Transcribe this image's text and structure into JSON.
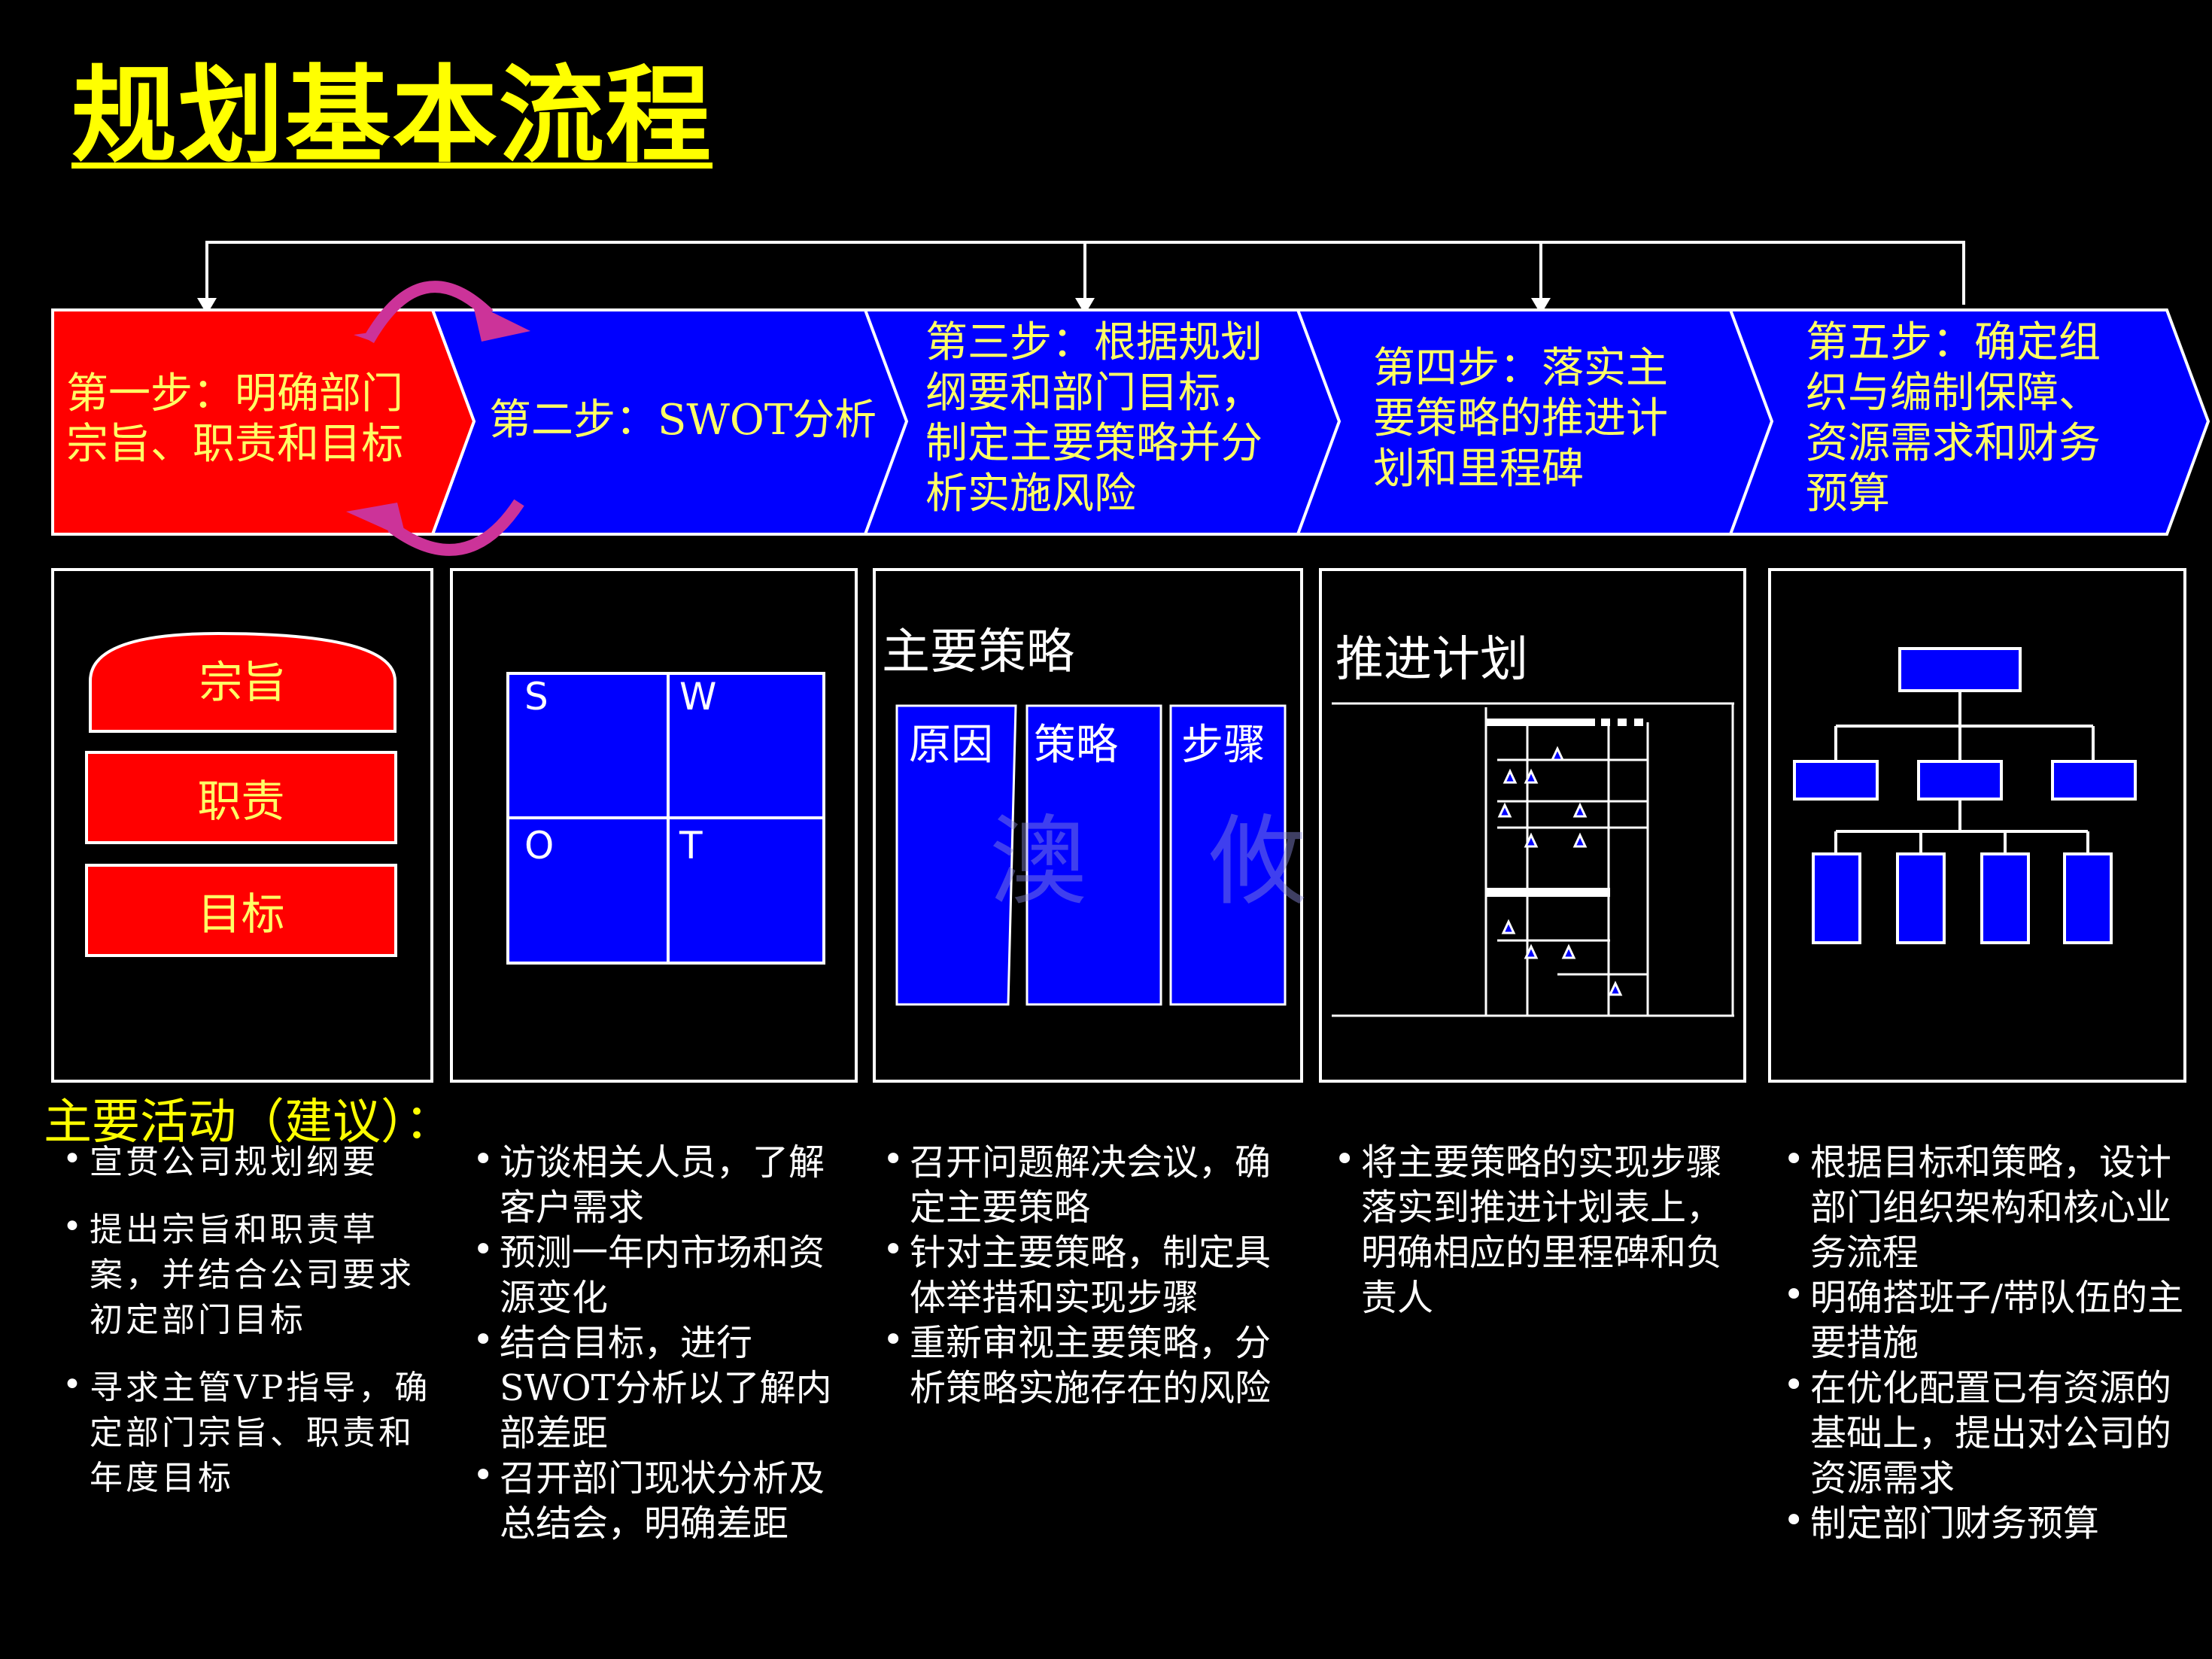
{
  "title": "规划基本流程",
  "steps": [
    {
      "lines": [
        "第一步：明确部门",
        "宗旨、职责和目标"
      ]
    },
    {
      "lines": [
        "第二步：SWOT分析"
      ]
    },
    {
      "lines": [
        "第三步：根据规划",
        "纲要和部门目标，",
        "制定主要策略并分",
        "析实施风险"
      ]
    },
    {
      "lines": [
        "第四步：落实主",
        "要策略的推进计",
        "划和里程碑"
      ]
    },
    {
      "lines": [
        "第五步：确定组",
        "织与编制保障、",
        "资源需求和财务",
        "预算"
      ]
    }
  ],
  "panel1": {
    "items": [
      "宗旨",
      "职责",
      "目标"
    ]
  },
  "panel2": {
    "quadrants": [
      "S",
      "W",
      "O",
      "T"
    ]
  },
  "panel3": {
    "title": "主要策略",
    "columns": [
      "原因",
      "策略",
      "步骤"
    ],
    "watermark": "澳 攸"
  },
  "panel4": {
    "title": "推进计划"
  },
  "activities": {
    "label": "主要活动（建议）：",
    "columns": [
      [
        "宣贯公司规划纲要",
        "提出宗旨和职责草案，并结合公司要求初定部门目标",
        "寻求主管VP指导，确定部门宗旨、职责和年度目标"
      ],
      [
        "访谈相关人员，了解客户需求",
        "预测一年内市场和资源变化",
        "结合目标，进行SWOT分析以了解内部差距",
        "召开部门现状分析及总结会，明确差距"
      ],
      [
        "召开问题解决会议，确定主要策略",
        "针对主要策略，制定具体举措和实现步骤",
        "重新审视主要策略，分析策略实施存在的风险"
      ],
      [
        "将主要策略的实现步骤落实到推进计划表上，明确相应的里程碑和负责人"
      ],
      [
        "根据目标和策略，设计部门组织架构和核心业务流程",
        "明确搭班子/带队伍的主要措施",
        "在优化配置已有资源的基础上，提出对公司的资源需求",
        "制定部门财务预算"
      ]
    ]
  },
  "colors": {
    "title": "#ffff00",
    "step_text": "#ffff66",
    "red": "#ff0000",
    "blue": "#0000ff",
    "arrow": "#cc3399"
  }
}
